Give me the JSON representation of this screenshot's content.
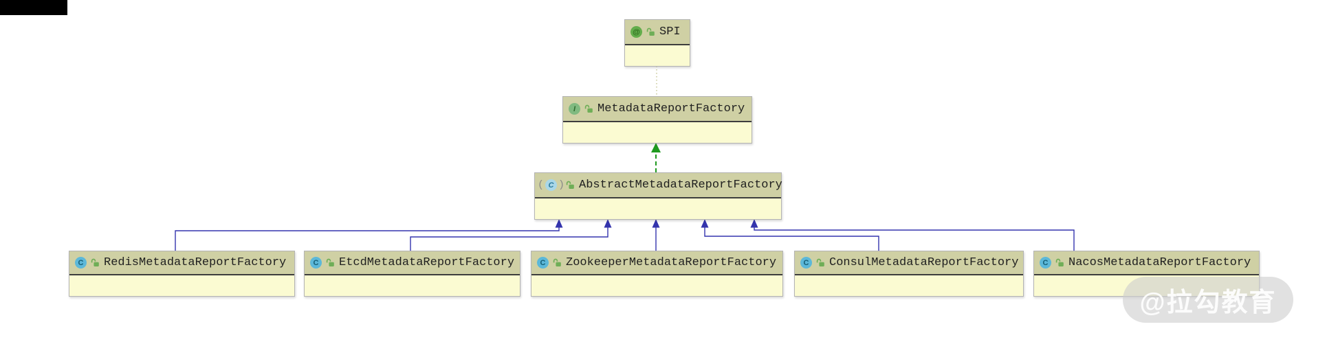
{
  "diagram": {
    "tool": "uml-class-diagram",
    "nodes": {
      "spi": {
        "label": "SPI",
        "kind": "annotation",
        "stereotype_icon": "annotation-icon",
        "visibility_icon": "open-lock-icon",
        "members": []
      },
      "mrf": {
        "label": "MetadataReportFactory",
        "kind": "interface",
        "stereotype_icon": "interface-icon",
        "visibility_icon": "open-lock-icon",
        "members": []
      },
      "amrf": {
        "label": "AbstractMetadataReportFactory",
        "kind": "abstract-class",
        "stereotype_icon": "abstract-class-icon",
        "visibility_icon": "open-lock-icon",
        "members": []
      },
      "redis": {
        "label": "RedisMetadataReportFactory",
        "kind": "class",
        "stereotype_icon": "class-icon",
        "visibility_icon": "open-lock-icon",
        "members": []
      },
      "etcd": {
        "label": "EtcdMetadataReportFactory",
        "kind": "class",
        "stereotype_icon": "class-icon",
        "visibility_icon": "open-lock-icon",
        "members": []
      },
      "zookeeper": {
        "label": "ZookeeperMetadataReportFactory",
        "kind": "class",
        "stereotype_icon": "class-icon",
        "visibility_icon": "open-lock-icon",
        "members": []
      },
      "consul": {
        "label": "ConsulMetadataReportFactory",
        "kind": "class",
        "stereotype_icon": "class-icon",
        "visibility_icon": "open-lock-icon",
        "members": []
      },
      "nacos": {
        "label": "NacosMetadataReportFactory",
        "kind": "class",
        "stereotype_icon": "class-icon",
        "visibility_icon": "open-lock-icon",
        "members": []
      }
    },
    "edges": [
      {
        "from": "SPI",
        "to": "MetadataReportFactory",
        "type": "annotation-link",
        "style": "dotted",
        "arrow": "none"
      },
      {
        "from": "AbstractMetadataReportFactory",
        "to": "MetadataReportFactory",
        "type": "realization",
        "style": "dashed-green",
        "arrow": "filled-triangle"
      },
      {
        "from": "RedisMetadataReportFactory",
        "to": "AbstractMetadataReportFactory",
        "type": "inheritance",
        "style": "solid-blue",
        "arrow": "filled-triangle"
      },
      {
        "from": "EtcdMetadataReportFactory",
        "to": "AbstractMetadataReportFactory",
        "type": "inheritance",
        "style": "solid-blue",
        "arrow": "filled-triangle"
      },
      {
        "from": "ZookeeperMetadataReportFactory",
        "to": "AbstractMetadataReportFactory",
        "type": "inheritance",
        "style": "solid-blue",
        "arrow": "filled-triangle"
      },
      {
        "from": "ConsulMetadataReportFactory",
        "to": "AbstractMetadataReportFactory",
        "type": "inheritance",
        "style": "solid-blue",
        "arrow": "filled-triangle"
      },
      {
        "from": "NacosMetadataReportFactory",
        "to": "AbstractMetadataReportFactory",
        "type": "inheritance",
        "style": "solid-blue",
        "arrow": "filled-triangle"
      }
    ]
  },
  "icons": {
    "annotation_glyph": "@",
    "interface_glyph": "I",
    "class_glyph": "C",
    "abstract_glyph": "C",
    "paren_open": "(",
    "paren_close": ")"
  },
  "watermark": {
    "text": "@拉勾教育"
  },
  "colors": {
    "header_bg": "#cfd0a4",
    "body_bg": "#fbfbd2",
    "node_border": "#b3b3b3",
    "divider": "#3d3d3d",
    "label_color": "#1f1f1f",
    "edge_extends_blue": "#3434ad",
    "edge_implements_green": "#1f9a1f",
    "edge_annotation_dotted": "#b9b97c",
    "icon_class_bg": "#5cb8d9",
    "icon_abstract_bg": "#a9d7e8",
    "icon_annotation_bg": "#63ad4b",
    "icon_interface_bg": "#80ba80",
    "icon_lock_green": "#6fae57",
    "watermark_bg": "rgba(205,205,205,0.6)",
    "watermark_text": "rgba(255,255,255,0.9)",
    "redaction": "#000000"
  }
}
